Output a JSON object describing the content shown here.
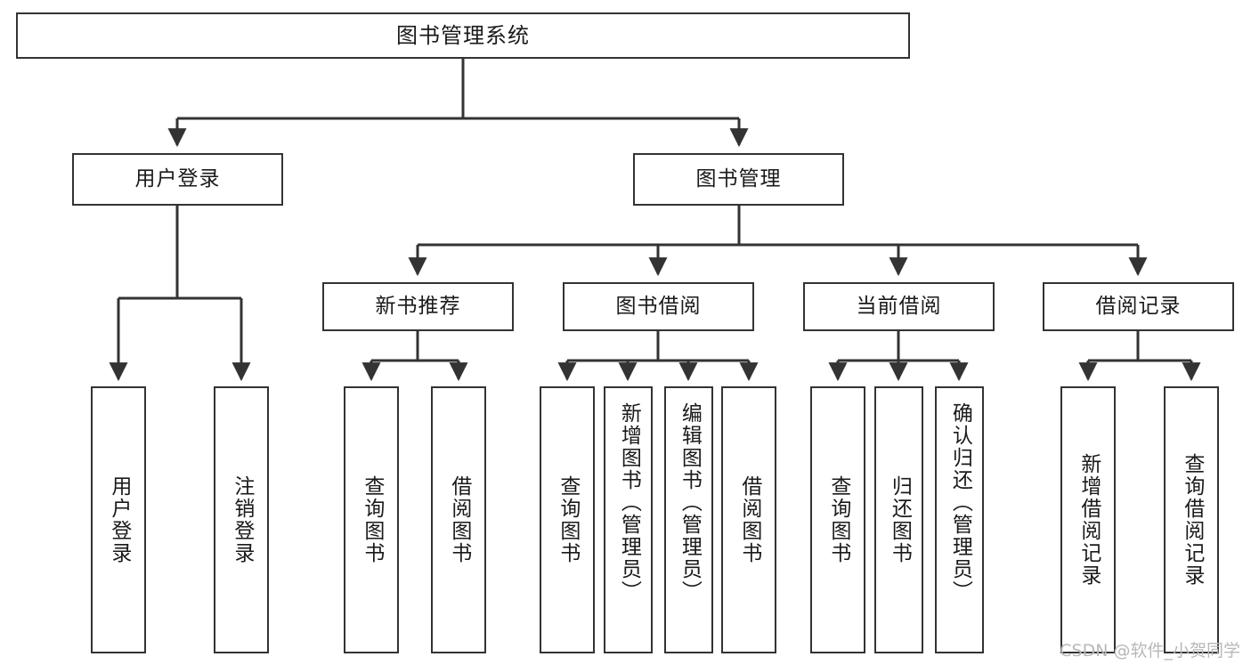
{
  "diagram": {
    "title": "图书管理系统",
    "type": "functional-structure-tree",
    "watermark": "CSDN @软件_小贺同学",
    "colors": {
      "box_border": "#333333",
      "box_fill": "#ffffff",
      "edge": "#333333",
      "text": "#1a1a1a",
      "watermark": "#b8b8b8",
      "background": "#ffffff"
    }
  },
  "nodes": {
    "root": {
      "label": "图书管理系统"
    },
    "level2": [
      {
        "id": "user-login",
        "label": "用户登录"
      },
      {
        "id": "book-manage",
        "label": "图书管理"
      }
    ],
    "level3": [
      {
        "id": "new-book-rec",
        "label": "新书推荐"
      },
      {
        "id": "book-borrow",
        "label": "图书借阅"
      },
      {
        "id": "current-borrow",
        "label": "当前借阅"
      },
      {
        "id": "borrow-record",
        "label": "借阅记录"
      }
    ],
    "leaves": [
      {
        "id": "leaf-user-login",
        "label": "用户登录",
        "parent": "user-login"
      },
      {
        "id": "leaf-user-logout",
        "label": "注销登录",
        "parent": "user-login"
      },
      {
        "id": "leaf-query-book-1",
        "label": "查询图书",
        "parent": "new-book-rec"
      },
      {
        "id": "leaf-borrow-book-1",
        "label": "借阅图书",
        "parent": "new-book-rec"
      },
      {
        "id": "leaf-query-book-2",
        "label": "查询图书",
        "parent": "book-borrow"
      },
      {
        "id": "leaf-add-book",
        "label": "新增图书（管理员）",
        "parent": "book-borrow"
      },
      {
        "id": "leaf-edit-book",
        "label": "编辑图书（管理员）",
        "parent": "book-borrow"
      },
      {
        "id": "leaf-borrow-book-2",
        "label": "借阅图书",
        "parent": "book-borrow"
      },
      {
        "id": "leaf-query-book-3",
        "label": "查询图书",
        "parent": "current-borrow"
      },
      {
        "id": "leaf-return-book",
        "label": "归还图书",
        "parent": "current-borrow"
      },
      {
        "id": "leaf-confirm-return",
        "label": "确认归还（管理员）",
        "parent": "current-borrow"
      },
      {
        "id": "leaf-add-record",
        "label": "新增借阅记录",
        "parent": "borrow-record"
      },
      {
        "id": "leaf-query-record",
        "label": "查询借阅记录",
        "parent": "borrow-record"
      }
    ]
  }
}
